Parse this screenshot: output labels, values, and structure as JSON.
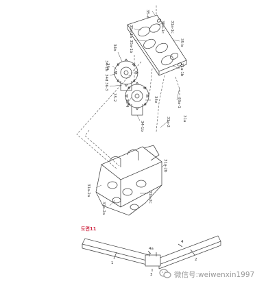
{
  "labels": {
    "l35e": "35-e",
    "l35a1c": "35a-1c",
    "l31a1c": "31a-1c",
    "l35a1a": "35a-1a",
    "l35b": "35-b",
    "l35a1b": "35a-1b",
    "l31a1b": "31a-1b",
    "l34b": "34b",
    "l34a": "34a",
    "l34b1a": "34-1a",
    "l34d": "34d",
    "l363": "36-3",
    "l352": "35-2",
    "l364": "36-4",
    "l34e": "34e",
    "l341b": "34-1b",
    "l31a1": "31a-1",
    "l31a": "31a",
    "l31a2": "31a-2",
    "l31a2b": "31a-2b",
    "l31a2a": "31a-2a",
    "l31a2c": "31a-2c",
    "l4a": "4a",
    "l4": "4",
    "l1": "1",
    "l2": "2",
    "l3": "3"
  },
  "figure_title": "도면11",
  "watermark": "微信号:weiwenxin1997",
  "colors": {
    "line": "#4a4a4a",
    "title": "#d0304a",
    "watermark": "#9a9a9a"
  }
}
